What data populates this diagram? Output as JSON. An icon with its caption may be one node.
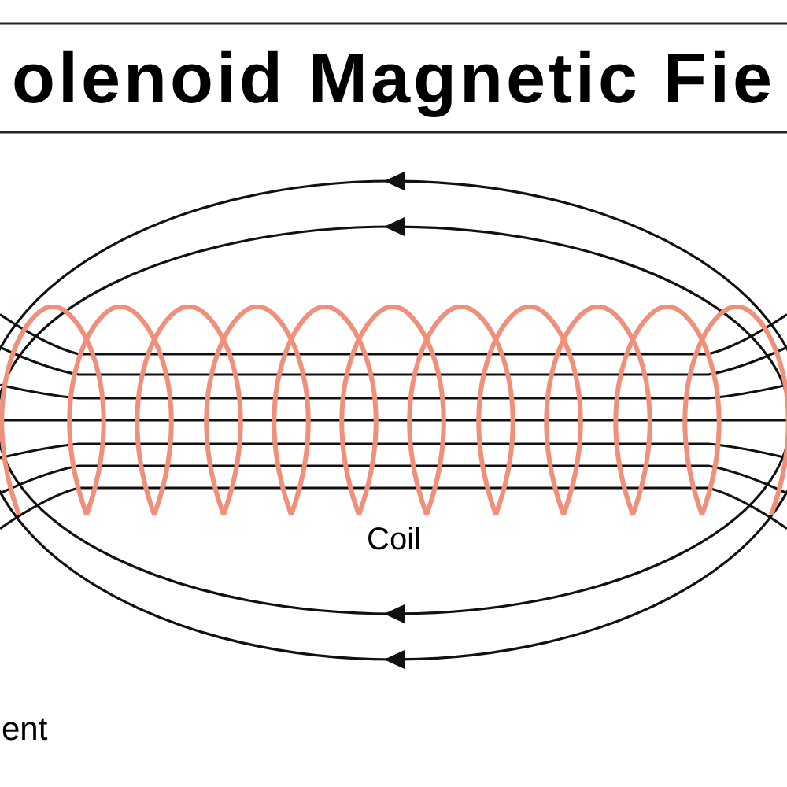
{
  "diagram": {
    "title": "olenoid Magnetic Fie",
    "labels": [
      "Coil",
      "ent"
    ]
  }
}
